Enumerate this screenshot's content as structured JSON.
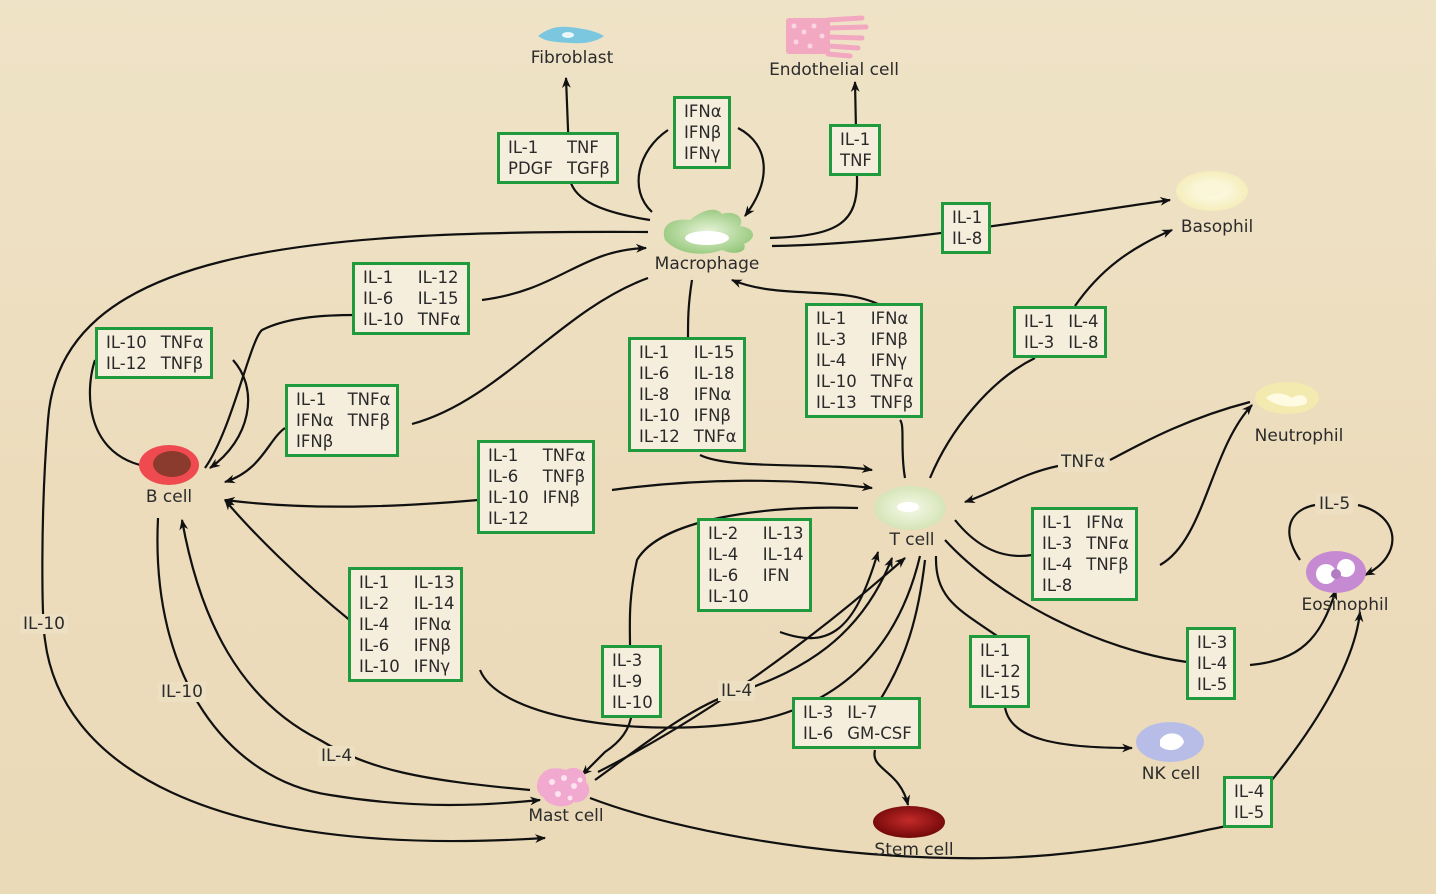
{
  "cells": {
    "fibroblast": "Fibroblast",
    "endothelial": "Endothelial cell",
    "macrophage": "Macrophage",
    "basophil": "Basophil",
    "neutrophil": "Neutrophil",
    "bcell": "B cell",
    "tcell": "T cell",
    "eosinophil": "Eosinophil",
    "mastcell": "Mast cell",
    "nkcell": "NK cell",
    "stemcell": "Stem cell"
  },
  "boxes": {
    "mac_fibro": [
      [
        "IL-1",
        "PDGF"
      ],
      [
        "TNF",
        "TGFβ"
      ]
    ],
    "mac_self": [
      [
        "IFNα",
        "IFNβ",
        "IFNγ"
      ]
    ],
    "mac_endo": [
      [
        "IL-1",
        "TNF"
      ]
    ],
    "mac_baso": [
      [
        "IL-1",
        "IL-8"
      ]
    ],
    "b_mac": [
      [
        "IL-1",
        "IL-6",
        "IL-10"
      ],
      [
        "IL-12",
        "IL-15",
        "TNFα"
      ]
    ],
    "b_self": [
      [
        "IL-10",
        "IL-12"
      ],
      [
        "TNFα",
        "TNFβ"
      ]
    ],
    "mac_b": [
      [
        "IL-1",
        "IFNα",
        "IFNβ"
      ],
      [
        "TNFα",
        "TNFβ"
      ]
    ],
    "mac_t": [
      [
        "IL-1",
        "IL-6",
        "IL-8",
        "IL-10",
        "IL-12"
      ],
      [
        "IL-15",
        "IL-18",
        "IFNα",
        "IFNβ",
        "TNFα"
      ]
    ],
    "t_mac": [
      [
        "IL-1",
        "IL-3",
        "IL-4",
        "IL-10",
        "IL-13"
      ],
      [
        "IFNα",
        "IFNβ",
        "IFNγ",
        "TNFα",
        "TNFβ"
      ]
    ],
    "t_baso": [
      [
        "IL-1",
        "IL-3"
      ],
      [
        "IL-4",
        "IL-8"
      ]
    ],
    "b_t": [
      [
        "IL-1",
        "IL-6",
        "IL-10",
        "IL-12"
      ],
      [
        "TNFα",
        "TNFβ",
        "IFNβ"
      ]
    ],
    "t_self": [
      [
        "IL-2",
        "IL-4",
        "IL-6",
        "IL-10"
      ],
      [
        "IL-13",
        "IL-14",
        "IFN"
      ]
    ],
    "t_neutro": [
      [
        "IL-1",
        "IL-3",
        "IL-4",
        "IL-8"
      ],
      [
        "IFNα",
        "TNFα",
        "TNFβ"
      ]
    ],
    "t_b": [
      [
        "IL-1",
        "IL-2",
        "IL-4",
        "IL-6",
        "IL-10"
      ],
      [
        "IL-13",
        "IL-14",
        "IFNα",
        "IFNβ",
        "IFNγ"
      ]
    ],
    "t_mast": [
      [
        "IL-3",
        "IL-9",
        "IL-10"
      ]
    ],
    "t_stem": [
      [
        "IL-3",
        "IL-6"
      ],
      [
        "IL-7",
        "GM-CSF"
      ]
    ],
    "t_nk": [
      [
        "IL-1",
        "IL-12",
        "IL-15"
      ]
    ],
    "t_eos": [
      [
        "IL-3",
        "IL-4",
        "IL-5"
      ]
    ],
    "mast_eos": [
      [
        "IL-4",
        "IL-5"
      ]
    ]
  },
  "flow_labels": {
    "il10_left": "IL-10",
    "il10_inner": "IL-10",
    "il4_bmast": "IL-4",
    "il4_mast_t": "IL-4",
    "tnfa_neutro": "TNFα",
    "il5_eos": "IL-5"
  },
  "colors": {
    "box_border": "#1f9a3c",
    "arrow": "#111111",
    "bcell": "#ef4a4f",
    "macrophage": "#9fce86",
    "stemcell": "#8b0c0c",
    "mastcell": "#f2a9cf",
    "eosinophil": "#c58ad1",
    "nkcell": "#b8bde8"
  }
}
